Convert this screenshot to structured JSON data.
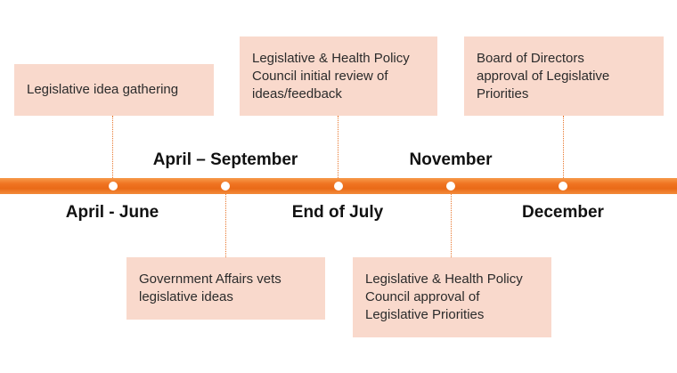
{
  "timeline": {
    "accent_color": "#ef7423",
    "box_color": "#f9d9cc",
    "above_labels": [
      "April – September",
      "November"
    ],
    "below_labels": [
      "April - June",
      "End of July",
      "December"
    ],
    "milestones": [
      {
        "text": "Legislative idea gathering"
      },
      {
        "text": "Government Affairs vets\nlegislative ideas"
      },
      {
        "text": "Legislative & Health Policy\nCouncil initial review of\nideas/feedback"
      },
      {
        "text": "Legislative & Health Policy\nCouncil approval of\nLegislative Priorities"
      },
      {
        "text": "Board of Directors\napproval of Legislative\nPriorities"
      }
    ]
  }
}
